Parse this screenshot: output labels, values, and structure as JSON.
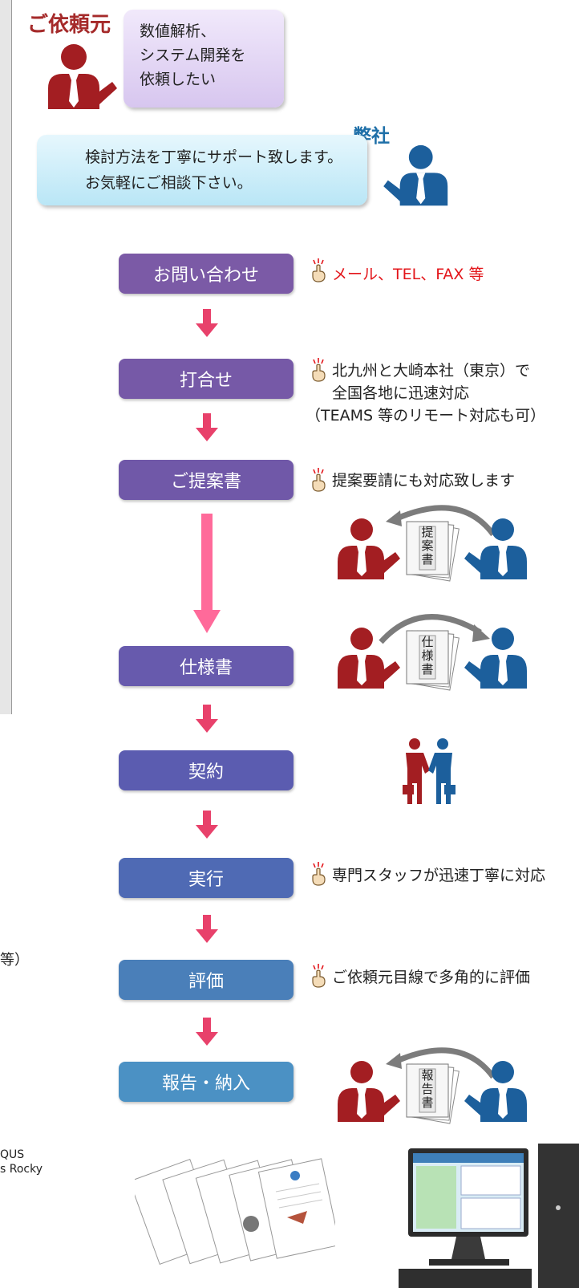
{
  "header": {
    "client_label": "ご依頼元",
    "client_request": [
      "数値解析、",
      "システム開発を",
      "依頼したい"
    ],
    "company_label": "弊社",
    "company_message": [
      "検討方法を丁寧にサポート致します。",
      "お気軽にご相談下さい。"
    ]
  },
  "steps": [
    {
      "label": "お問い合わせ",
      "color": "#7b5aa6"
    },
    {
      "label": "打合せ",
      "color": "#7659a7"
    },
    {
      "label": "ご提案書",
      "color": "#7058a8"
    },
    {
      "label": "仕様書",
      "color": "#675aad"
    },
    {
      "label": "契約",
      "color": "#5b5cb0"
    },
    {
      "label": "実行",
      "color": "#4f6ab4"
    },
    {
      "label": "評価",
      "color": "#4a7fb9"
    },
    {
      "label": "報告・納入",
      "color": "#4b91c4"
    }
  ],
  "notes": {
    "inquiry": "メール、TEL、FAX 等",
    "meeting": [
      "北九州と大崎本社（東京）で",
      "全国各地に迅速対応",
      "（TEAMS 等のリモート対応も可）"
    ],
    "proposal": "提案要請にも対応致します",
    "execution": "専門スタッフが迅速丁寧に対応",
    "evaluation": "ご依頼元目線で多角的に評価"
  },
  "documents": {
    "proposal": [
      "提",
      "案",
      "書"
    ],
    "spec": [
      "仕",
      "様",
      "書"
    ],
    "report": [
      "報",
      "告",
      "書"
    ]
  },
  "left_fragments": {
    "etc": "等）",
    "software": [
      "QUS",
      "s Rocky"
    ]
  },
  "colors": {
    "client": "#a52a2a",
    "company": "#1e6fa8",
    "arrow": "#e8416b",
    "pink_arrow": "#ff6a9a",
    "red_note": "#e3151a"
  },
  "icons": [
    "client-person-icon",
    "company-person-icon",
    "finger-icon",
    "document-icon",
    "handshake-icon",
    "report-papers-icon",
    "computer-icon"
  ]
}
